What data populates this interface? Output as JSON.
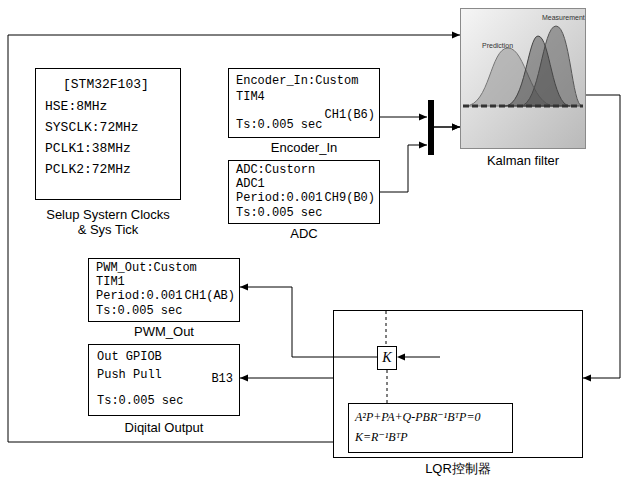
{
  "diagram": {
    "nodes": [
      {
        "text": [
          "[STM32F103]",
          "HSE:8MHz",
          "SYSCLK:72MHz",
          "PCLK1:38MHz",
          "PCLK2:72MHz",
          "Selup Systern Clocks & Sys Tick"
        ]
      },
      {
        "text": [
          "Encoder_In:Custom",
          "TIM4",
          "CH1(B6)",
          "Ts:0.005 sec",
          "Encoder_In"
        ]
      },
      {
        "text": [
          "ADC:Custorn",
          "ADC1",
          "Period:0.001",
          "CH9(B0)",
          "Ts:0.005 sec",
          "ADC"
        ]
      },
      {
        "text": [
          "Kalman filter"
        ]
      },
      {
        "text": [
          "PWM_Out:Custom",
          "TIM1",
          "Period:0.001",
          "CH1(AB)",
          "Ts:0.005 sec",
          "PWM_Out"
        ]
      },
      {
        "text": [
          "Out GPIOB",
          "Push Pull",
          "B13",
          "Ts:0.005 sec",
          "Diqital Output"
        ]
      },
      {
        "text": [
          "LQR控制器"
        ]
      },
      {
        "text": [
          "K"
        ],
        "in": 6
      },
      {
        "text": [
          "A²P+PA+Q-PBR⁻¹BᵀP=0",
          "K=R⁻¹BᵀP"
        ],
        "in": 6
      }
    ],
    "edges": [
      {
        "from": 1,
        "to": 3,
        "arrow": "to"
      },
      {
        "from": 2,
        "to": 3,
        "arrow": "to"
      },
      {
        "from": 3,
        "to": 6,
        "arrow": "to"
      },
      {
        "from": 6,
        "to": 3,
        "arrow": "to"
      },
      {
        "from": 7,
        "to": 4,
        "arrow": "to"
      },
      {
        "from": 6,
        "to": 5,
        "arrow": "to"
      },
      {
        "from": 7,
        "to": 8,
        "arrow": "none"
      }
    ],
    "labels": [
      "Prediction",
      "Measurement"
    ]
  }
}
